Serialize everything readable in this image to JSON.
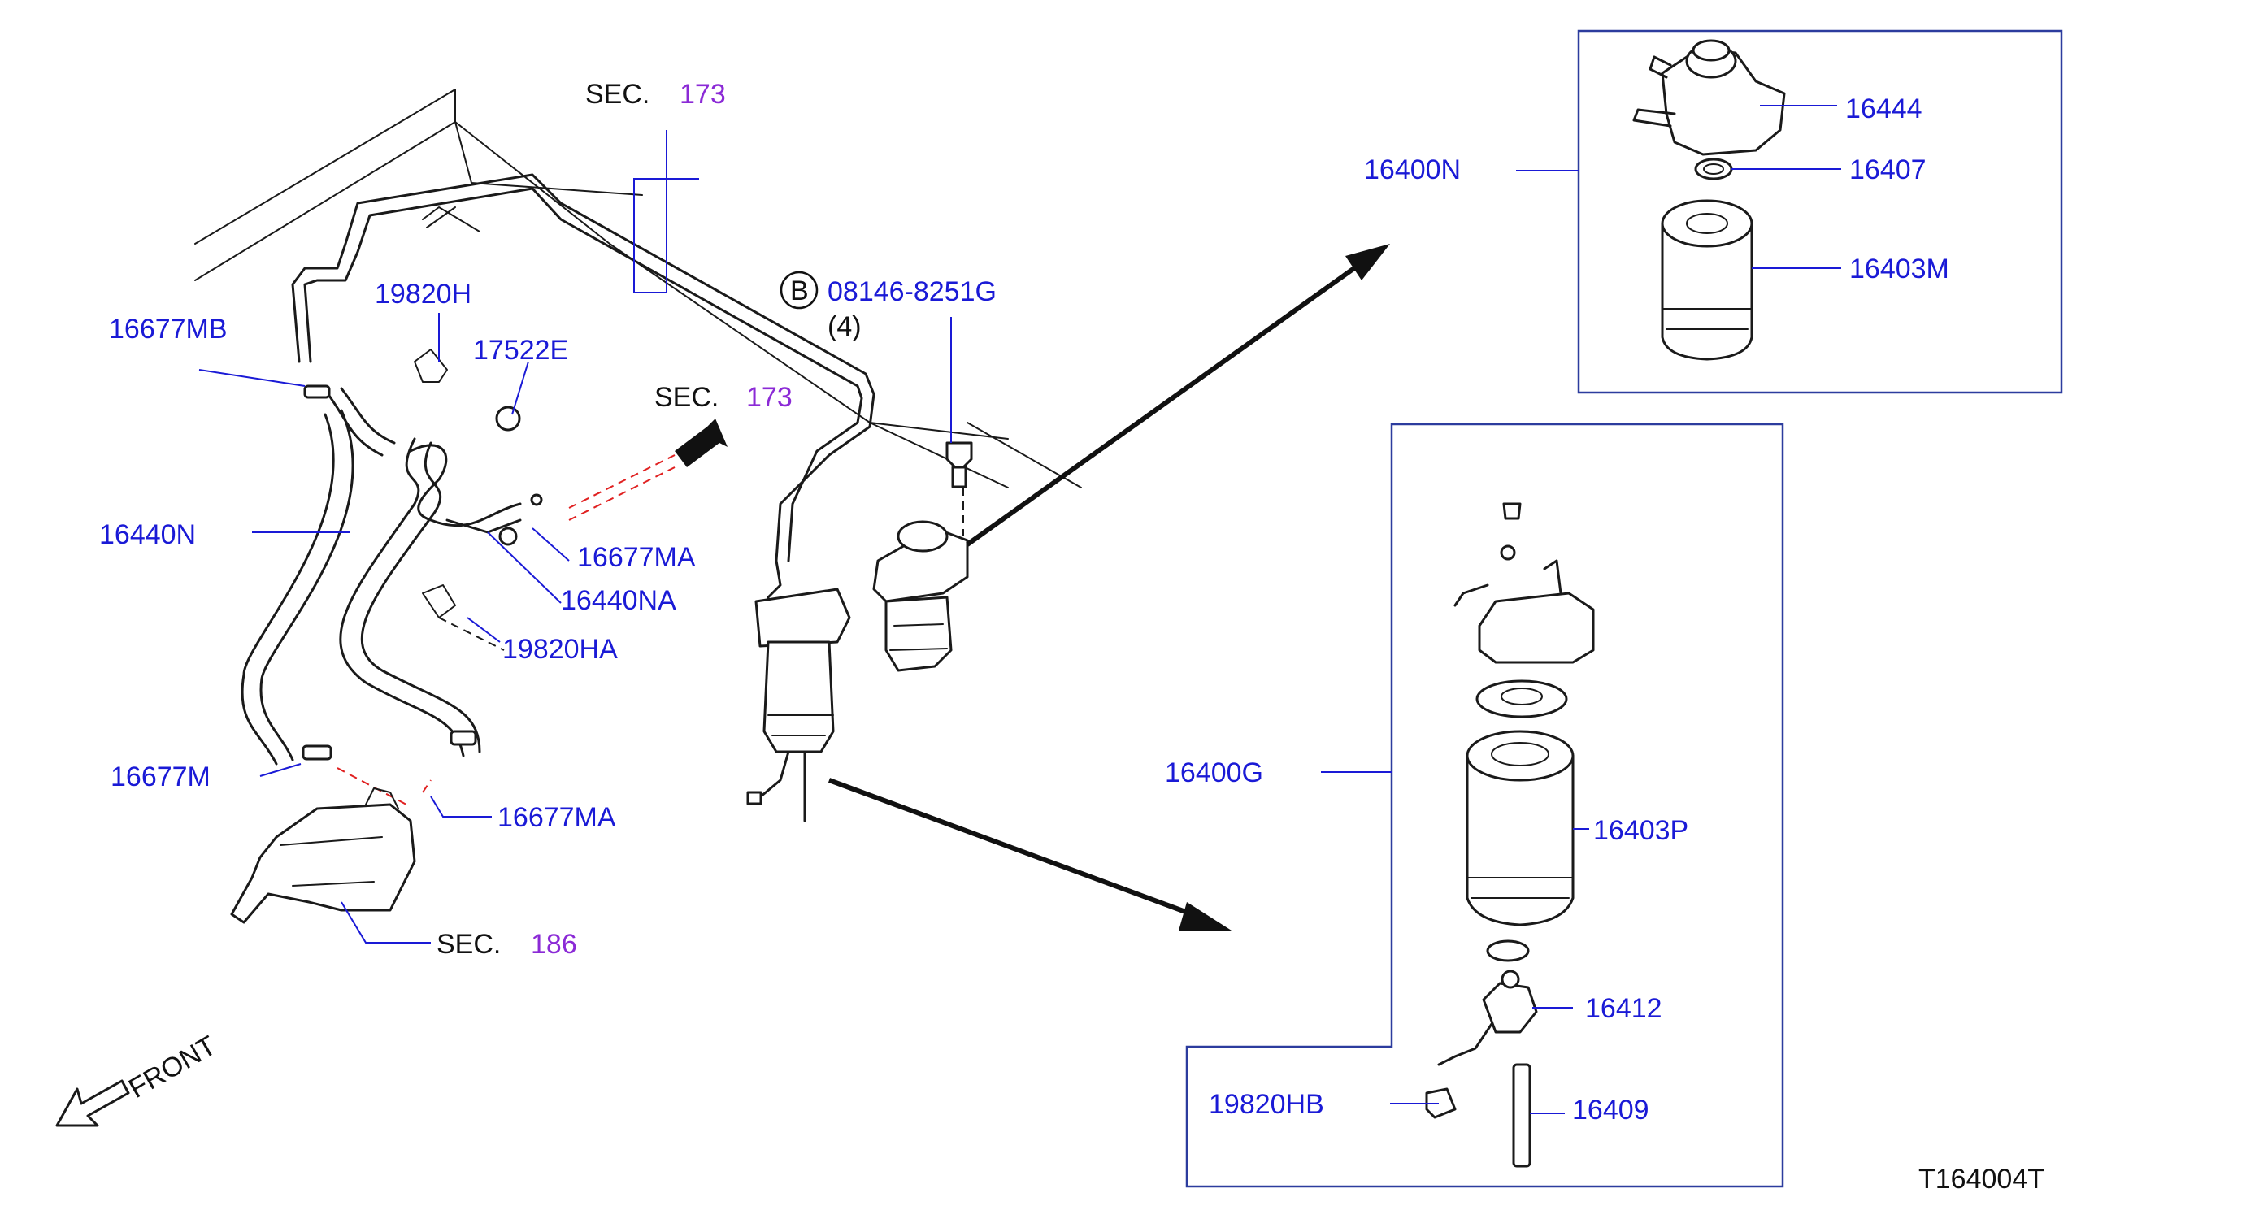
{
  "diagram_code": "T164004T",
  "front_indicator": "FRONT",
  "section_word": "SEC.",
  "section_refs": {
    "top": "173",
    "middle": "173",
    "bottom": "186"
  },
  "bolt": {
    "circle_letter": "B",
    "part_number": "08146-8251G",
    "quantity": "(4)"
  },
  "labels": {
    "p16677MB": "16677MB",
    "p19820H": "19820H",
    "p17522E": "17522E",
    "p16440N": "16440N",
    "p16677MA_upper": "16677MA",
    "p16440NA": "16440NA",
    "p19820HA": "19820HA",
    "p16677M": "16677M",
    "p16677MA_lower": "16677MA",
    "p16400N": "16400N",
    "p16444": "16444",
    "p16407": "16407",
    "p16403M": "16403M",
    "p16400G": "16400G",
    "p16403P": "16403P",
    "p16412": "16412",
    "p19820HB": "19820HB",
    "p16409": "16409"
  },
  "colors": {
    "part_number": "#1a1ad6",
    "section_number": "#8b2ad6",
    "frame": "#2c3c9e",
    "dashed_connection": "#e02020"
  }
}
